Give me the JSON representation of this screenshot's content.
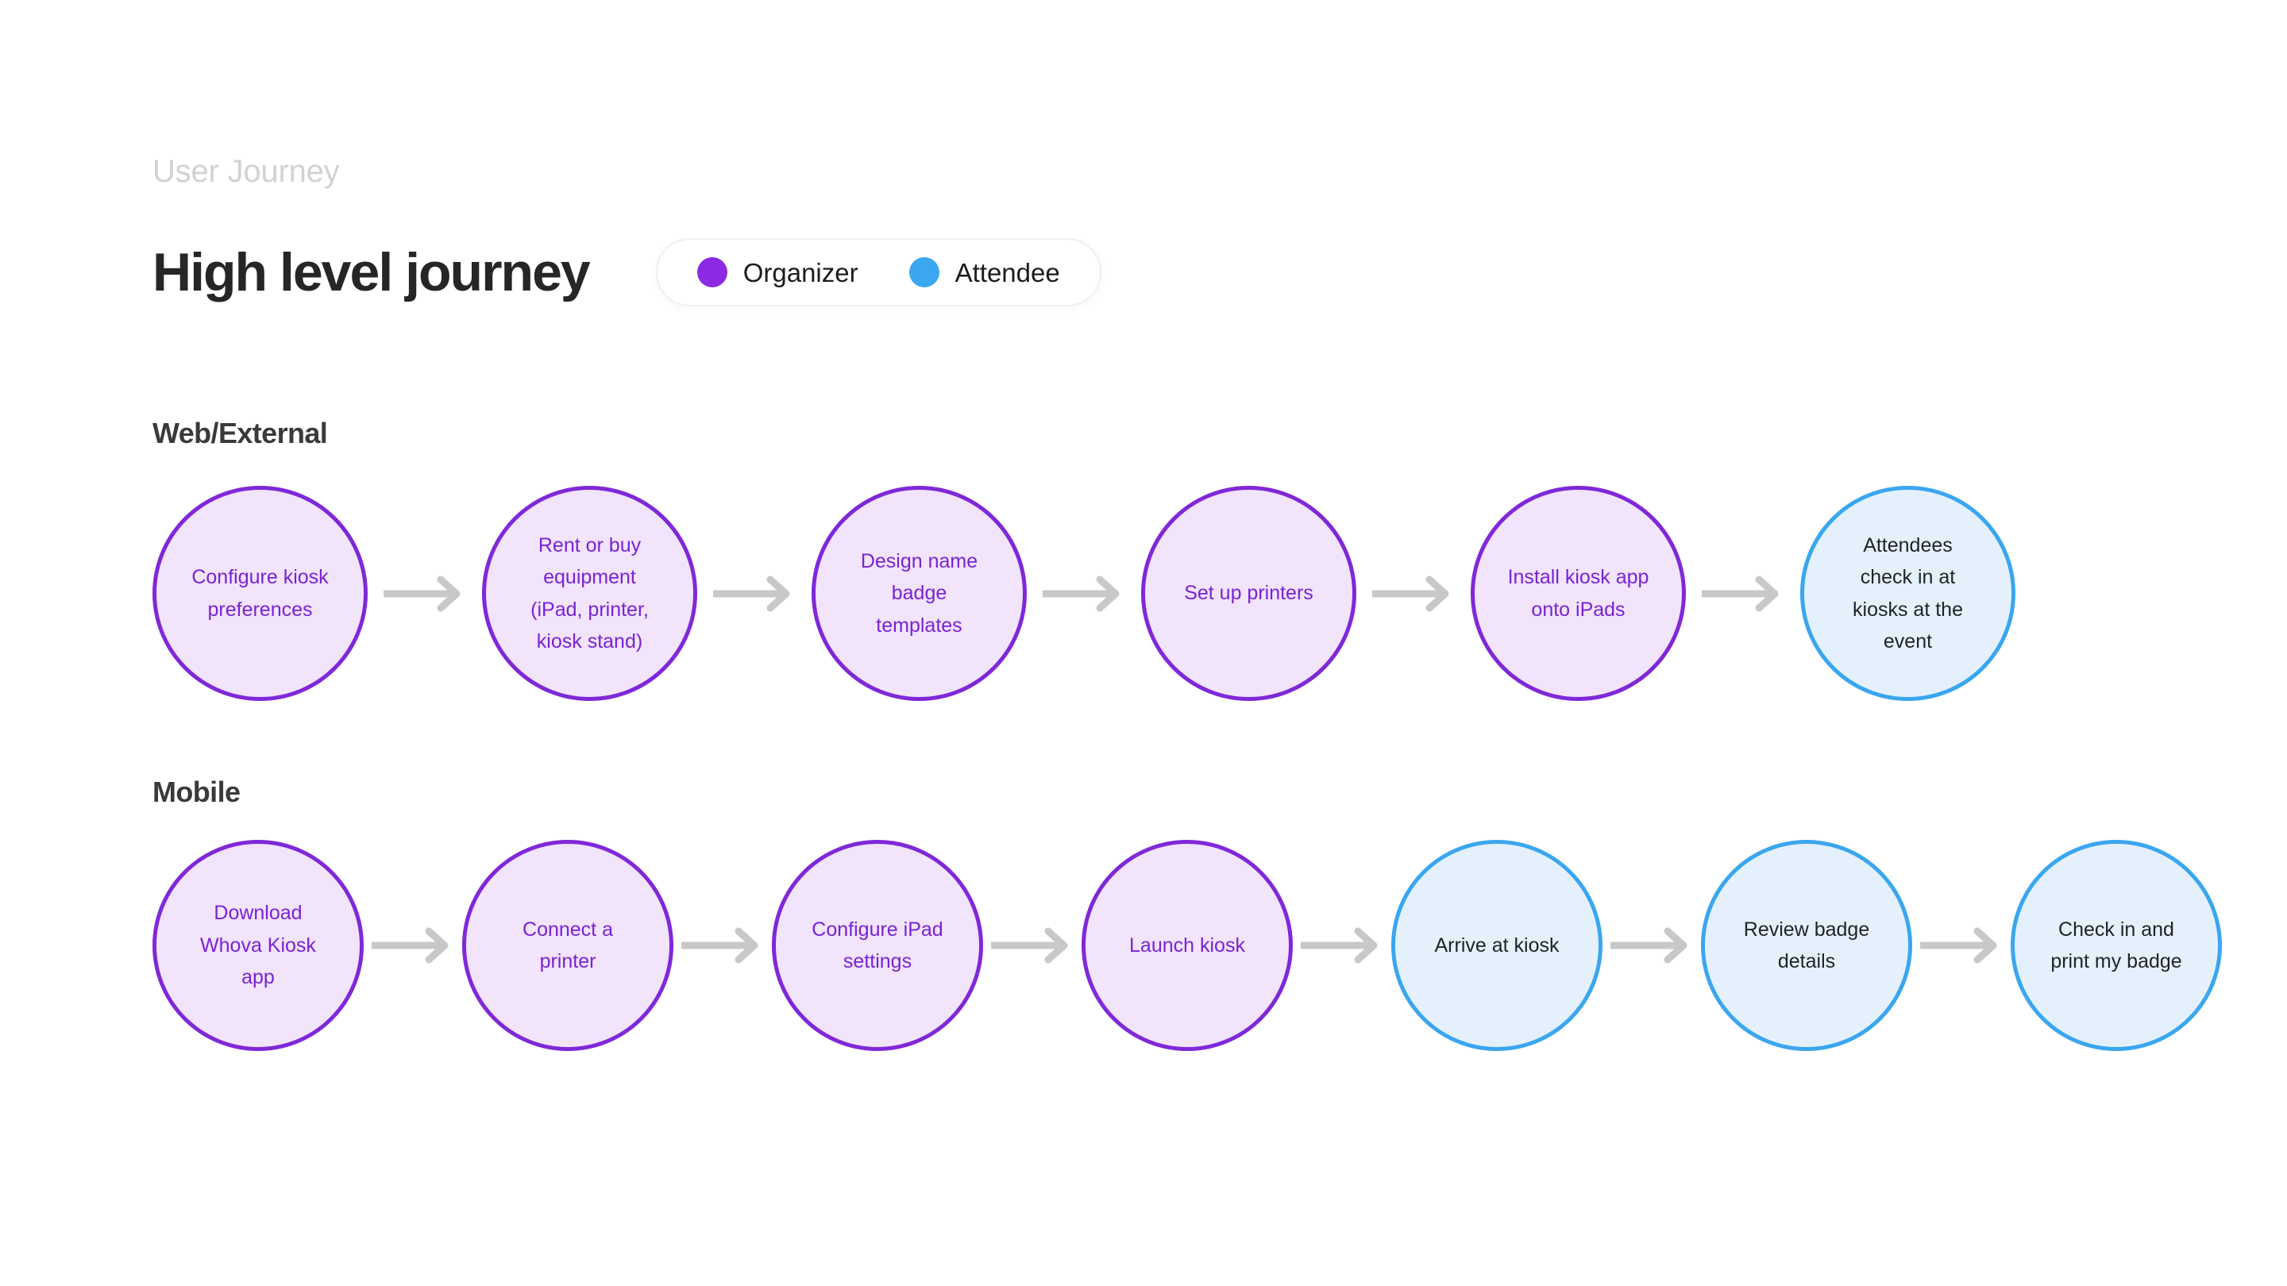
{
  "header": {
    "eyebrow": "User Journey",
    "title": "High level journey",
    "legend": [
      {
        "label": "Organizer",
        "color": "#8b2ae2",
        "key": "organizer"
      },
      {
        "label": "Attendee",
        "color": "#3ba7f0",
        "key": "attendee"
      }
    ]
  },
  "colors": {
    "organizer_border": "#7f28d8",
    "organizer_fill": "#f1e4fb",
    "organizer_text": "#7a22d4",
    "attendee_border": "#3aa6ef",
    "attendee_fill": "#e4f1fc",
    "attendee_text": "#20232a",
    "arrow": "#c8c8c8",
    "heading": "#3a3a3a",
    "eyebrow": "#d2d2d2",
    "background": "#ffffff"
  },
  "sections": [
    {
      "heading": "Web/External",
      "nodes": [
        {
          "label": "Configure kiosk\npreferences",
          "role": "organizer"
        },
        {
          "label": "Rent or buy\nequipment\n(iPad, printer,\nkiosk stand)",
          "role": "organizer"
        },
        {
          "label": "Design name\nbadge\ntemplates",
          "role": "organizer"
        },
        {
          "label": "Set up printers",
          "role": "organizer"
        },
        {
          "label": "Install kiosk app\nonto iPads",
          "role": "organizer"
        },
        {
          "label": "Attendees\ncheck in at\nkiosks at the\nevent",
          "role": "attendee"
        }
      ]
    },
    {
      "heading": "Mobile",
      "nodes": [
        {
          "label": "Download\nWhova Kiosk\napp",
          "role": "organizer"
        },
        {
          "label": "Connect a\nprinter",
          "role": "organizer"
        },
        {
          "label": "Configure iPad\nsettings",
          "role": "organizer"
        },
        {
          "label": "Launch kiosk",
          "role": "organizer"
        },
        {
          "label": "Arrive at kiosk",
          "role": "attendee"
        },
        {
          "label": "Review badge\ndetails",
          "role": "attendee"
        },
        {
          "label": "Check in and\nprint my badge",
          "role": "attendee"
        }
      ]
    }
  ],
  "icons": {
    "arrow": "arrow-right-icon",
    "legend_dot": "legend-dot-icon"
  }
}
